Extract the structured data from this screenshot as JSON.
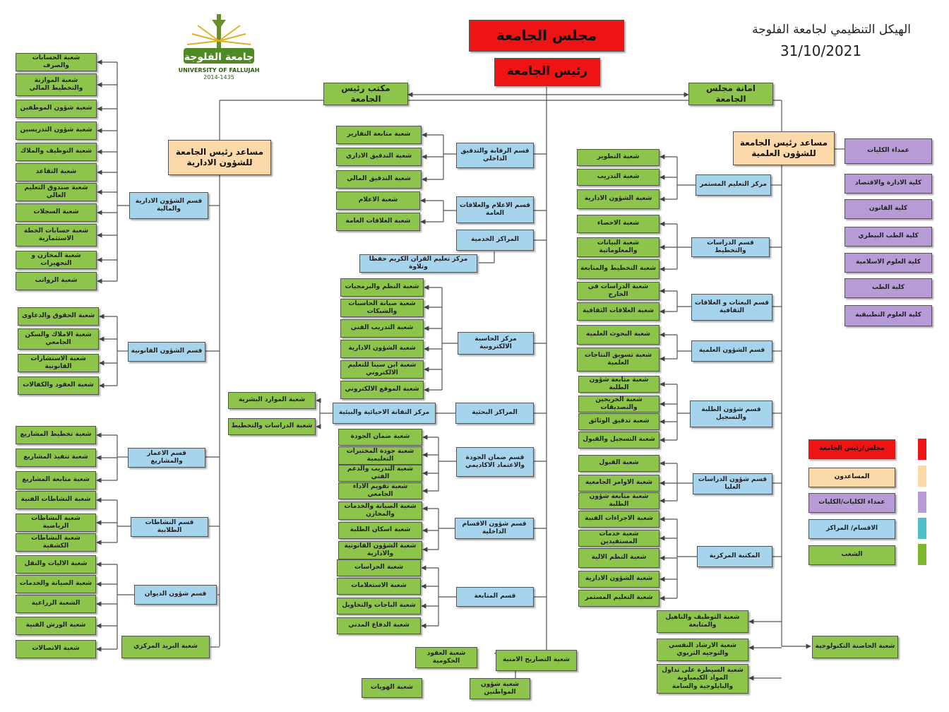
{
  "header": {
    "title": "الهيكل التنظيمي لجامعة الفلوجة",
    "date": "31/10/2021"
  },
  "logo": {
    "name": "جامعة الفلوجة",
    "english": "UNIVERSITY OF FALLUJAH",
    "years": "2014-1435"
  },
  "top": {
    "council": "مجلس الجامعة",
    "president": "رئيس الجامعة",
    "office": "مكتب رئيس الجامعة",
    "secretariat": "امانة مجلس الجامعة"
  },
  "left": {
    "assistant": "مساعد رئيس الجامعة للشؤون الادارية",
    "sections": [
      {
        "name": "قسم الشؤون الادارية والمالية",
        "units": [
          "شعبة الحسابات والصرف",
          "شعبة الموازنة والتخطيط المالي",
          "شعبة شؤون الموظفين",
          "شعبة شؤون التدريسين",
          "شعبة التوظيف والملاك",
          "شعبة التقاعد",
          "شعبة صندوق التعليم العالي",
          "شعبة السجلات",
          "شعبة حسابات الخطة الاستثمارية",
          "شعبة المخازن و التجهيزات",
          "شعبة الرواتب"
        ]
      },
      {
        "name": "قسم الشؤون القانونية",
        "units": [
          "شعبة الحقوق والدعاوى",
          "شعبة الاملاك والسكن الجامعي",
          "شعبة الاستشارات القانونية",
          "شعبة العقود والكفالات"
        ]
      },
      {
        "name": "قسم الاعمار والمشاريع",
        "units": [
          "شعبة تخطيط المشاريع",
          "شعبة تنفيذ المشاريع",
          "شعبة متابعة المشاريع"
        ]
      },
      {
        "name": "قسم النشاطات الطلابية",
        "units": [
          "شعبة النشاطات الفنية",
          "شعبة النشاطات الرياضية",
          "شعبة النشاطات الكشفية"
        ]
      },
      {
        "name": "قسم شؤون الديوان",
        "units": [
          "شعبة الاليات والنقل",
          "شعبة الصيانة والخدمات",
          "الشعبة الزراعية",
          "شعبة الورش الفنية",
          "شعبة الاتصالات"
        ]
      }
    ],
    "mail": "شعبة البريد المركزي"
  },
  "center": {
    "audit": {
      "name": "قسم الرقابة والتدقيق الداخلي",
      "units": [
        "شعبة متابعة التقارير",
        "شعبة التدقيق الاداري",
        "شعبة التدقيق المالي"
      ]
    },
    "media": {
      "name": "قسم الاعلام والعلاقات العامة",
      "units": [
        "شعبة الاعلام",
        "شعبة العلاقات العامة"
      ]
    },
    "service": {
      "name": "المراكز الخدمية",
      "quran": "مركز تعليم القران الكريم حفظا وتلاوة"
    },
    "computer": {
      "name": "مركز الحاسبة الالكترونية",
      "units": [
        "شعبة النظم والبرمجيات",
        "شعبة صيانة الحاسبات والشبكات",
        "شعبة التدريب الفني",
        "شعبة الشؤون الادارية",
        "شعبة ابن سينا للتعليم الالكتروني",
        "شعبة الموقع الالكتروني"
      ]
    },
    "research": {
      "name": "المراكز البحثية",
      "tech": "مركز التقانة الاحيائية والبيئية",
      "units": [
        "شعبة الموارد البشرية",
        "شعبة الدراسات والتخطيط"
      ]
    },
    "quality": {
      "name": "قسم ضمان الجودة والاعتماد الاكاديمي",
      "units": [
        "شعبة ضمان الجودة",
        "شعبة جودة المختبرات التعليمية",
        "شعبة التدريب والدعم الفني",
        "شعبة تقويم الاداء الجامعي"
      ]
    },
    "internal": {
      "name": "قسم شؤون الاقسام الداخلية",
      "units": [
        "شعبة الصيانة والخدمات والمخازن",
        "شعبة اسكان الطلبة",
        "شعبة الشؤون القانونية والادارية"
      ]
    },
    "followup": {
      "name": "قسم المتابعة",
      "units": [
        "شعبة الحراسات",
        "شعبة الاستعلامات",
        "شعبة الباجات والتخاويل",
        "شعبة الدفاع المدني"
      ]
    },
    "bottom": {
      "contracts": "شعبة العقود الحكومية",
      "permits": "شعبة التصاريح الامنية",
      "ids": "شعبة الهويات",
      "citizens": "شعبة شؤون المواطنين"
    }
  },
  "right": {
    "assistant": "مساعد رئيس الجامعة للشؤون العلمية",
    "sections": [
      {
        "name": "مركز التعليم المستمر",
        "units": [
          "شعبة التطوير",
          "شعبة التدريب",
          "شعبة الشؤون الادارية"
        ]
      },
      {
        "name": "قسم الدراسات والتخطيط",
        "units": [
          "شعبة الاحصاء",
          "شعبة البيانات والمعلوماتية",
          "شعبة التخطيط والمتابعة"
        ]
      },
      {
        "name": "قسم البعثات و العلاقات الثقافية",
        "units": [
          "شعبة الدراسات في الخارج",
          "شعبة العلاقات الثقافية"
        ]
      },
      {
        "name": "قسم الشؤون العلمية",
        "units": [
          "شعبة البحوث العلمية",
          "شعبة تسويق النتاجات العلمية"
        ]
      },
      {
        "name": "قسم شؤون الطلبة والتسجيل",
        "units": [
          "شعبة متابعة شؤون الطلبة",
          "شعبة الخريجين والتصديقات",
          "شعبة تدقيق الوثائق",
          "شعبة التسجيل والقبول"
        ]
      },
      {
        "name": "قسم شؤون الدراسات العليا",
        "units": [
          "شعبة القبول",
          "شعبة الاوامر الجامعية",
          "شعبة متابعة شؤون الطلبة"
        ]
      },
      {
        "name": "المكتبة المركزية",
        "units": [
          "شعبة الاجراءات الفنية",
          "شعبة خدمات المستفيدين",
          "شعبة النظم الالية",
          "شعبة الشؤون الادارية",
          "شعبة التعليم المستمر"
        ]
      }
    ],
    "direct": [
      "شعبة التوظيف والتاهيل والمتابعة",
      "شعبة الارشاد النفسي والتوجيه التربوي",
      "شعبة السيطرة على تداول المواد الكيمياوية والبايلوجية والسامة"
    ],
    "incubator": "شعبة الحاضنة التكنولوجية"
  },
  "colleges": {
    "dean": "عمداء الكليات",
    "items": [
      "كلية الادارة والاقتصاد",
      "كلية القانون",
      "كلية الطب البيطري",
      "كلية العلوم الاسلامية",
      "كلية الطب",
      "كلية العلوم التطبيقية"
    ]
  },
  "legend": {
    "items": [
      "مجلس/رئيس الجامعة",
      "المساعدون",
      "عمداء الكليات/الكليات",
      "الاقسام/ المراكز",
      "الشعب"
    ],
    "colors": [
      "#ef1414",
      "#fbd9a8",
      "#b69bd6",
      "#4fbfc7",
      "#7fb82a"
    ],
    "fills": [
      "#ef1414",
      "#fbd9a8",
      "#b69bd6",
      "#a7d4ed",
      "#8cc44c"
    ]
  }
}
